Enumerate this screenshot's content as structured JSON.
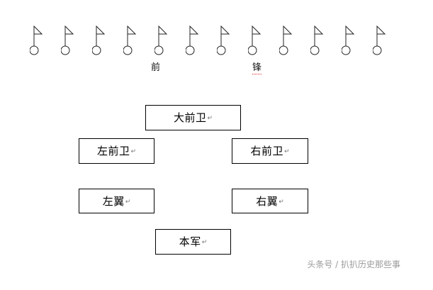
{
  "flags": {
    "count": 12
  },
  "labels": {
    "front": "前",
    "vanguard": "锋"
  },
  "boxes": {
    "grand_vanguard": "大前卫",
    "left_vanguard": "左前卫",
    "right_vanguard": "右前卫",
    "left_wing": "左翼",
    "right_wing": "右翼",
    "main_army": "本军"
  },
  "paragraph_mark": "↵",
  "watermark": "头条号 / 扒扒历史那些事"
}
